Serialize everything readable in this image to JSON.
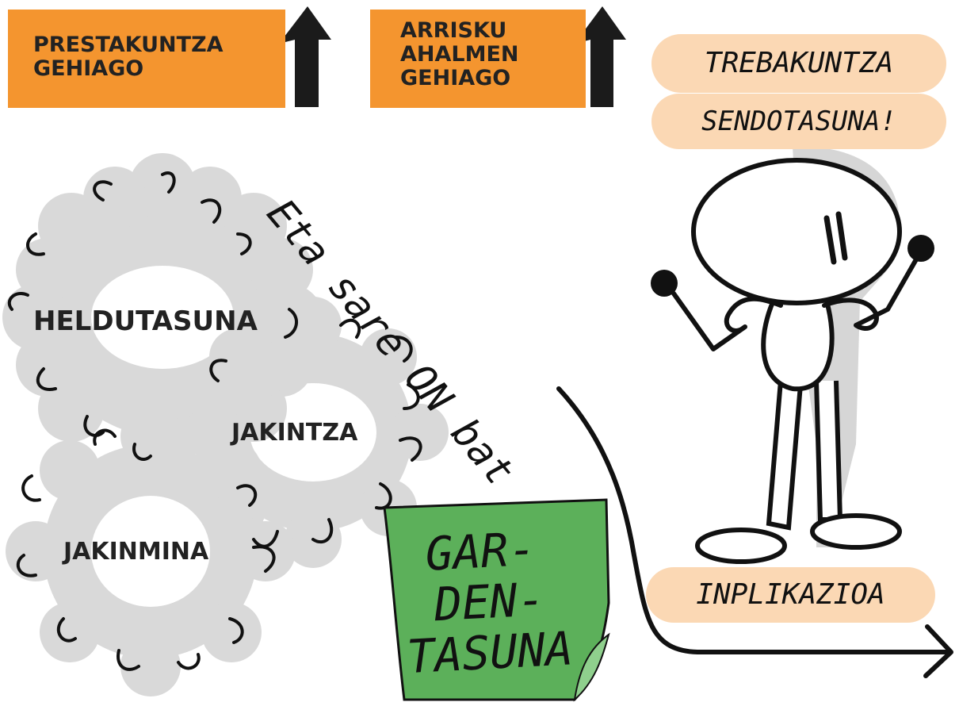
{
  "top_boxes": [
    {
      "lines": [
        "PRESTAKUNTZA",
        "GEHIAGO"
      ]
    },
    {
      "lines": [
        "ARRISKU",
        "AHALMEN",
        "GEHIAGO"
      ]
    }
  ],
  "pills": {
    "trebakuntza": "TREBAKUNTZA",
    "sendotasuna": "SENDOTASUNA!",
    "inplikazioa": "INPLIKAZIOA"
  },
  "curve_text": "Eta sare ON bat",
  "gears": {
    "heldutasuna": "HELDUTASUNA",
    "jakintza": "JAKINTZA",
    "jakinmina": "JAKINMINA"
  },
  "sticky_note": {
    "lines": [
      "GAR-",
      "DEN-",
      "TASUNA"
    ]
  },
  "colors": {
    "orange": "#f4952f",
    "peach": "#fbd8b4",
    "gear_gray": "#d9d9d9",
    "note_green": "#5cb05a",
    "ink": "#111111"
  }
}
